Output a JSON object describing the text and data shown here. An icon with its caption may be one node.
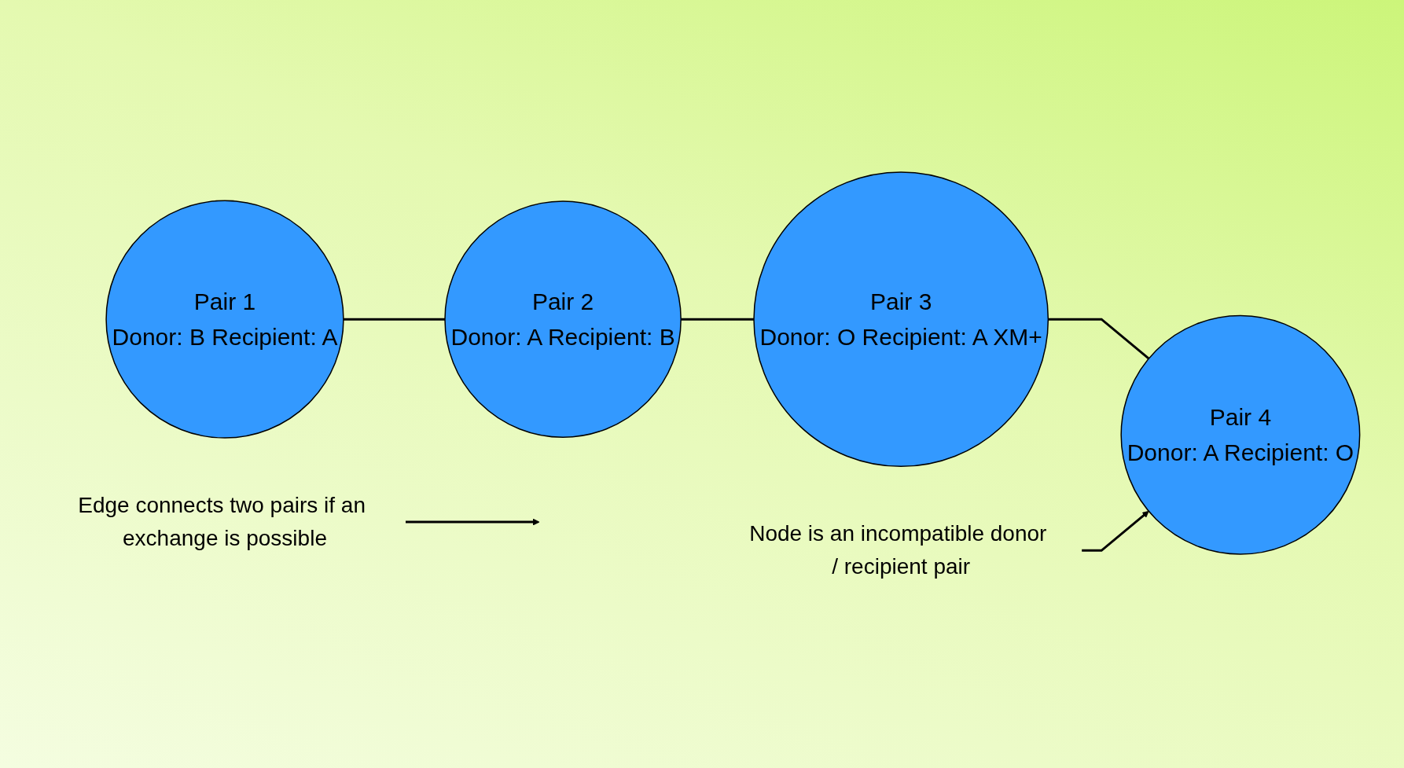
{
  "diagram": {
    "nodes": [
      {
        "text": [
          "Pair 1",
          "Donor: B Recipient: A"
        ]
      },
      {
        "text": [
          "Pair 2",
          "Donor: A Recipient: B"
        ]
      },
      {
        "text": [
          "Pair 3",
          "Donor: O Recipient: A XM+"
        ]
      },
      {
        "text": [
          "Pair 4",
          "Donor: A Recipient: O"
        ]
      },
      {
        "text": [
          "Node is an incompatible donor / recipient pair"
        ]
      },
      {
        "text": [
          "Edge connects two pairs if an exchange is possible"
        ]
      }
    ],
    "edges": [
      {
        "from": 0,
        "to": 1,
        "arrow": "none"
      },
      {
        "from": 1,
        "to": 2,
        "arrow": "none"
      },
      {
        "from": 2,
        "to": 3,
        "arrow": "none"
      },
      {
        "from": 4,
        "to": 3,
        "arrow": "to"
      },
      {
        "from": 5,
        "to": null,
        "arrow": "to"
      }
    ]
  }
}
